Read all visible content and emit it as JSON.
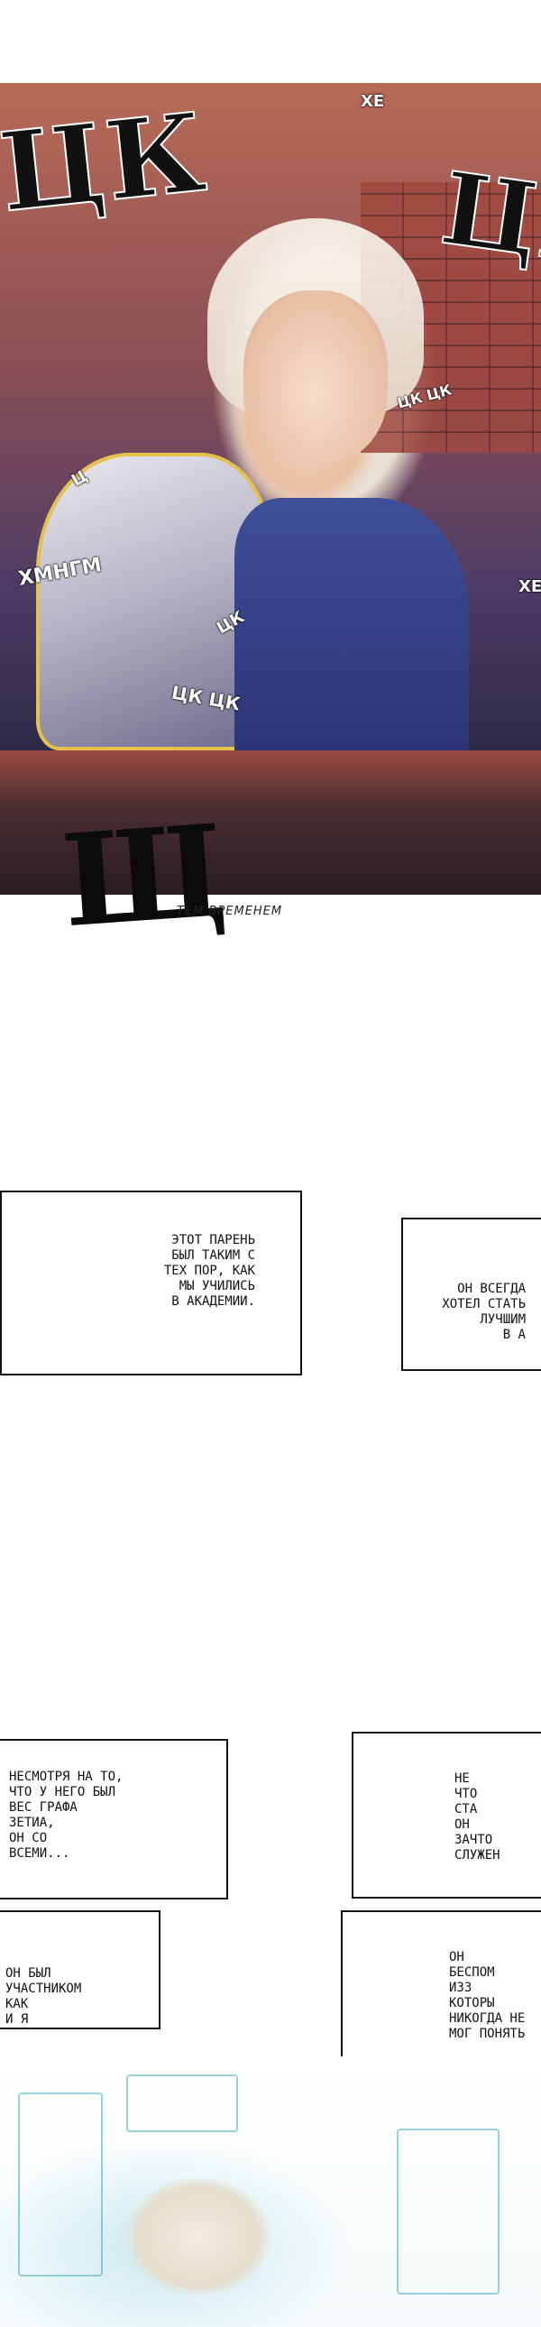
{
  "sfx": {
    "tsk_left": "ЦК",
    "tsk_right": "ЦК",
    "hrr": "ХЕ",
    "line_a": "ЦК ЦК",
    "line_b": "Ц",
    "hmm": "ХМНГМ",
    "side": "ХЕ",
    "mid": "ЦК",
    "bottom_text": "ЦК ЦК",
    "bottom_big": "Щ"
  },
  "caption": "ТЕМ ВРЕМЕНЕМ",
  "narration": {
    "box1": "ЭТОТ ПАРЕНЬ\nБЫЛ ТАКИМ С\nТЕХ ПОР, КАК\nМЫ УЧИЛИСЬ\nВ АКАДЕМИИ.",
    "box2": "\nОН ВСЕГДА\nХОТЕЛ СТАТЬ\nЛУЧШИМ\nв А",
    "box3": "НЕСМОТРЯ НА ТО,\nЧТО У НЕГО БЫЛ\nВЕС ГРАФА\nЗЕТИА,\nОН СО\nВСЕМИ...",
    "box4": "НЕ\nЧТО\nСТА\nОН\nЗАЧТО\nСЛУЖЕН",
    "box5": "ОН БЫЛ\nУЧАСТНИКОМ\nКАК\nИ Я",
    "box6": "ОН\nБЕСПОМ\nИЗЗ\nКОТОРЫ\nНИКОГДА НЕ\nМОГ ПОНЯТЬ"
  }
}
